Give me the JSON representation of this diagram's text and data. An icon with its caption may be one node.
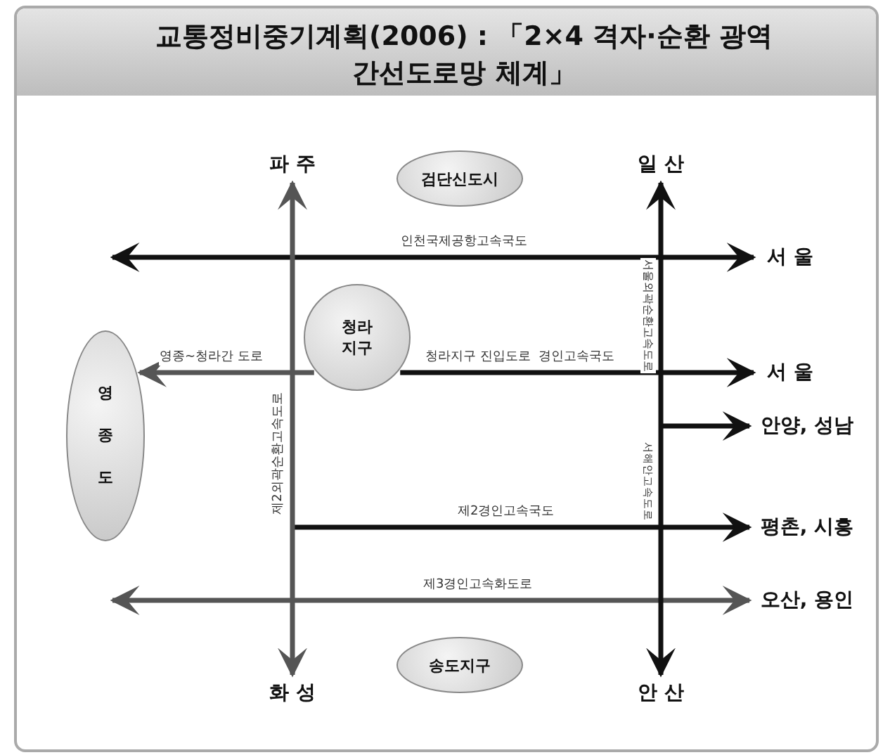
{
  "diagram": {
    "title": "교통정비중기계획(2006) : 「2×4 격자·순환 광역간선도로망 체계」",
    "nodes": [
      {
        "text": [
          "파 주"
        ]
      },
      {
        "text": [
          "검단신도시"
        ]
      },
      {
        "text": [
          "일 산"
        ]
      },
      {
        "text": [
          "서 울"
        ]
      },
      {
        "text": [
          "청라 지구"
        ]
      },
      {
        "text": [
          "영 종 도"
        ]
      },
      {
        "text": [
          "서 울"
        ]
      },
      {
        "text": [
          "안양, 성남"
        ]
      },
      {
        "text": [
          "평촌, 시흥"
        ]
      },
      {
        "text": [
          "오산, 용인"
        ]
      },
      {
        "text": [
          "화 성"
        ]
      },
      {
        "text": [
          "송도지구"
        ]
      },
      {
        "text": [
          "안 산"
        ]
      }
    ],
    "edges": [
      {
        "from": null,
        "to": 3,
        "arrow": "both",
        "label": "인천국제공항고속국도"
      },
      {
        "from": 4,
        "to": 5,
        "arrow": "to",
        "label": "영종~청라간 도로",
        "color": "#555555"
      },
      {
        "from": 4,
        "to": 6,
        "arrow": "to",
        "label": "경인고속국도"
      },
      {
        "from": null,
        "to": 7,
        "arrow": "to"
      },
      {
        "from": null,
        "to": 8,
        "arrow": "to",
        "label": "제2경인고속국도"
      },
      {
        "from": null,
        "to": 9,
        "arrow": "both",
        "label": "제3경인고속화도로",
        "color": "#555555"
      },
      {
        "from": 0,
        "to": 10,
        "arrow": "both",
        "label": "제2외곽순환고속도로",
        "color": "#555555"
      },
      {
        "from": 2,
        "to": 12,
        "arrow": "both"
      }
    ],
    "labels": [
      "청라지구 진입도로",
      "서울외곽순환고속도로",
      "서해안고속도로"
    ]
  }
}
